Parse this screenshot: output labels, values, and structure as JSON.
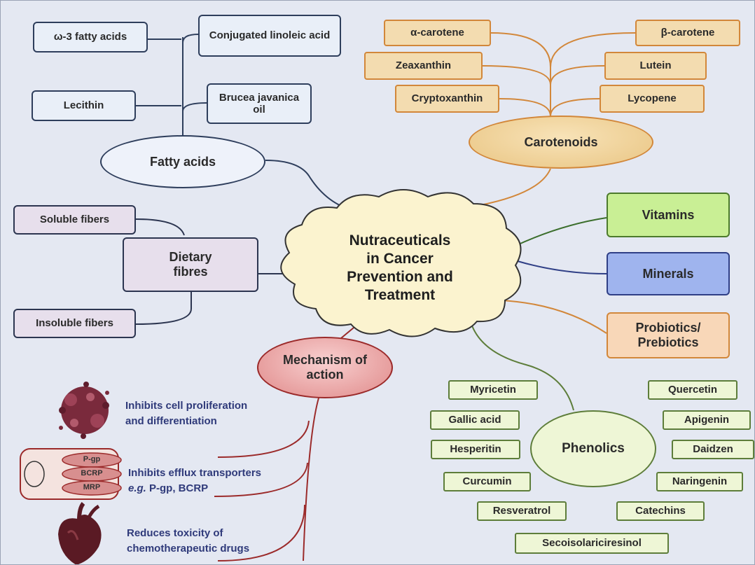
{
  "center": {
    "line1": "Nutraceuticals",
    "line2": "in Cancer",
    "line3": "Prevention and",
    "line4": "Treatment"
  },
  "fatty_acids": {
    "label": "Fatty acids",
    "items": [
      "ω-3 fatty acids",
      "Conjugated linoleic acid",
      "Lecithin",
      "Brucea javanica oil"
    ]
  },
  "carotenoids": {
    "label": "Carotenoids",
    "items": [
      "α-carotene",
      "β-carotene",
      "Zeaxanthin",
      "Lutein",
      "Cryptoxanthin",
      "Lycopene"
    ]
  },
  "dietary_fibres": {
    "label": "Dietary fibres",
    "items": [
      "Soluble fibers",
      "Insoluble fibers"
    ]
  },
  "right_boxes": {
    "vitamins": "Vitamins",
    "minerals": "Minerals",
    "probiotics": "Probiotics/ Prebiotics"
  },
  "mechanism": {
    "label": "Mechanism of action",
    "items": [
      {
        "line1": "Inhibits cell proliferation",
        "line2": "and differentiation"
      },
      {
        "line1": "Inhibits efflux transporters",
        "line2_prefix": "e.g.",
        "line2_rest": " P-gp, BCRP"
      },
      {
        "line1": "Reduces toxicity of",
        "line2": "chemotherapeutic drugs"
      }
    ],
    "cell_labels": [
      "P-gp",
      "BCRP",
      "MRP"
    ]
  },
  "phenolics": {
    "label": "Phenolics",
    "items": [
      "Myricetin",
      "Quercetin",
      "Gallic acid",
      "Apigenin",
      "Hesperitin",
      "Daidzen",
      "Curcumin",
      "Naringenin",
      "Resveratrol",
      "Catechins",
      "Secoisolariciresinol"
    ]
  },
  "colors": {
    "background": "#e4e8f2",
    "fatty_line": "#2e3e5c",
    "carotenoid_line": "#d2873a",
    "phenolic_line": "#5d7d3a",
    "mechanism_line": "#9b2a2a",
    "vitamins_fill": "#c9ef95",
    "minerals_fill": "#9fb4ee",
    "probiotics_fill": "#f8d7b8"
  }
}
